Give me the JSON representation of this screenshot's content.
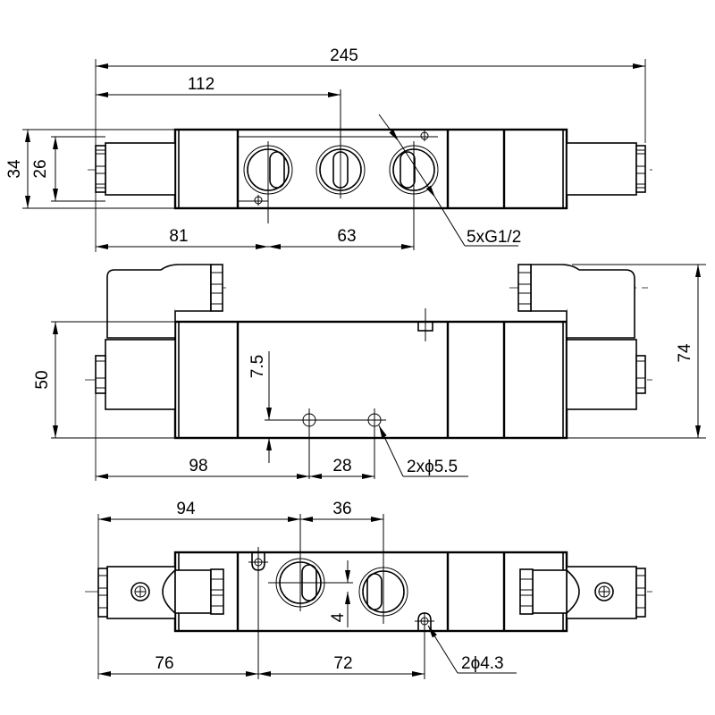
{
  "drawing": {
    "subject": "5/2 double solenoid valve",
    "views": [
      "top-view",
      "front-view",
      "bottom-view"
    ]
  },
  "top_view": {
    "dim_overall_length": "245",
    "dim_port_offset": "112",
    "dim_height_outer": "34",
    "dim_height_inner": "26",
    "dim_port_start": "81",
    "dim_port_pitch": "63",
    "port_callout": "5xG1/2"
  },
  "front_view": {
    "dim_body_height": "50",
    "dim_total_height": "74",
    "dim_hole_offset_vertical": "7.5",
    "dim_hole_start": "98",
    "dim_hole_pitch": "28",
    "hole_callout": "2xϕ5.5"
  },
  "bottom_view": {
    "dim_port_offset": "94",
    "dim_port_pitch": "36",
    "dim_port_vertical_offset": "4",
    "dim_mount_start": "76",
    "dim_mount_pitch": "72",
    "mount_callout": "2ϕ4.3"
  },
  "colors": {
    "line": "#000000",
    "centerline": "#444444",
    "background": "#ffffff"
  }
}
